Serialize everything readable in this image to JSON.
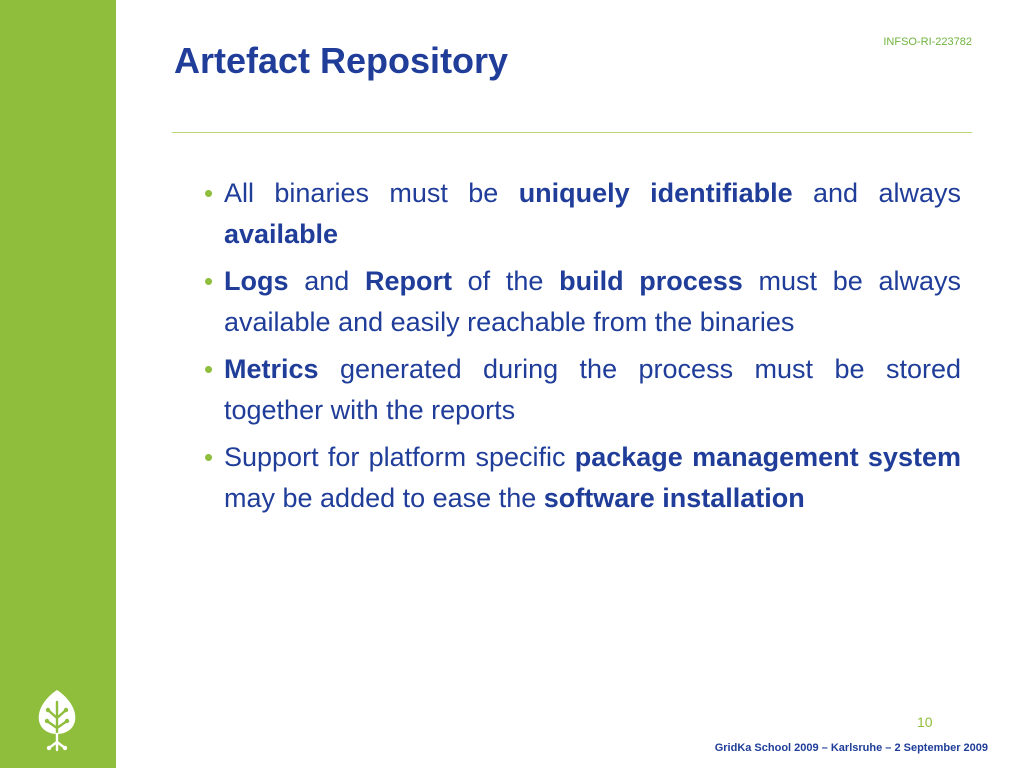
{
  "header": {
    "title": "Artefact Repository",
    "project_code": "INFSO-RI-223782"
  },
  "bullets": [
    [
      {
        "text": "All binaries must be ",
        "bold": false
      },
      {
        "text": "uniquely identifiable",
        "bold": true
      },
      {
        "text": " and always ",
        "bold": false
      },
      {
        "text": "available",
        "bold": true
      }
    ],
    [
      {
        "text": "Logs",
        "bold": true
      },
      {
        "text": " and ",
        "bold": false
      },
      {
        "text": "Report",
        "bold": true
      },
      {
        "text": " of the ",
        "bold": false
      },
      {
        "text": "build process",
        "bold": true
      },
      {
        "text": " must be always available and easily reachable from the binaries",
        "bold": false
      }
    ],
    [
      {
        "text": "Metrics",
        "bold": true
      },
      {
        "text": " generated during the process must be stored together with the reports",
        "bold": false
      }
    ],
    [
      {
        "text": "Support for platform specific ",
        "bold": false
      },
      {
        "text": "package management system",
        "bold": true
      },
      {
        "text": " may be added to ease the ",
        "bold": false
      },
      {
        "text": "software installation",
        "bold": true
      }
    ]
  ],
  "bullet_symbol": "•",
  "footer": {
    "page_number": "10",
    "text": "GridKa School 2009 – Karlsruhe – 2 September 2009"
  },
  "colors": {
    "accent_green": "#8fbd3c",
    "title_blue": "#1f3d99",
    "rule_green": "#b9d77a"
  },
  "icons": {
    "logo": "egee-tree-logo-icon"
  }
}
